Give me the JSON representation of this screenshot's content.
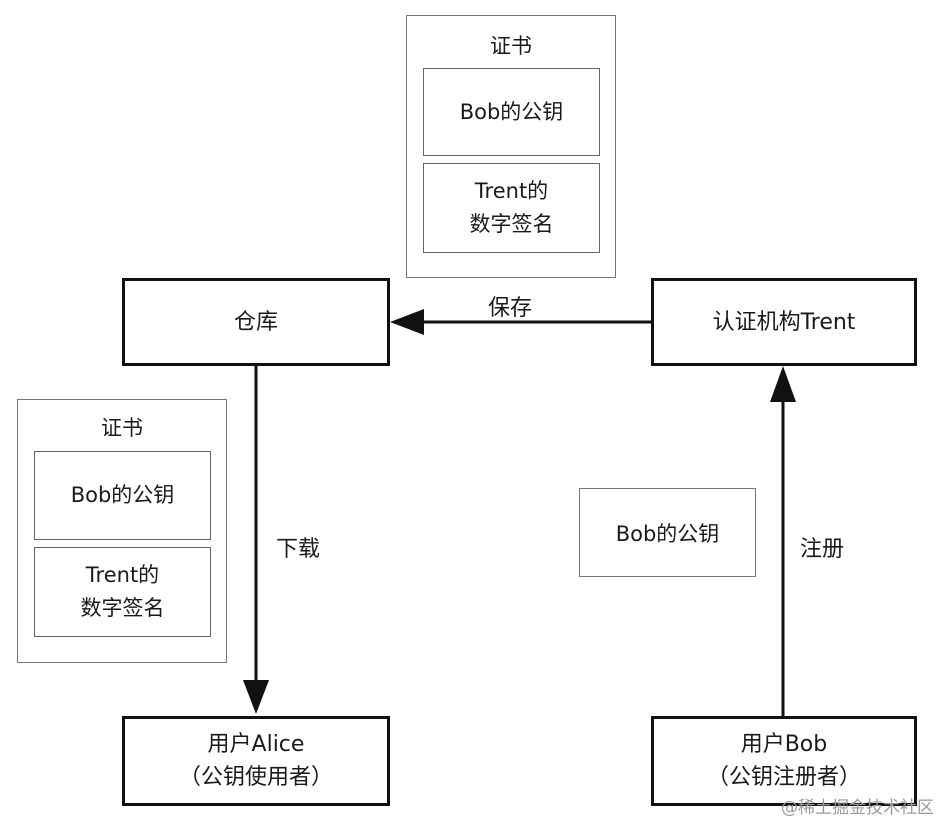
{
  "certificate_top": {
    "title": "证书",
    "public_key": "Bob的公钥",
    "signature": "Trent的\n数字签名"
  },
  "certificate_left": {
    "title": "证书",
    "public_key": "Bob的公钥",
    "signature": "Trent的\n数字签名"
  },
  "nodes": {
    "repository": "仓库",
    "ca": "认证机构Trent",
    "alice": "用户Alice\n（公钥使用者）",
    "bob": "用户Bob\n（公钥注册者）"
  },
  "floating_key": "Bob的公钥",
  "edges": {
    "save": "保存",
    "download": "下载",
    "register": "注册"
  },
  "watermark": "@稀土掘金技术社区"
}
